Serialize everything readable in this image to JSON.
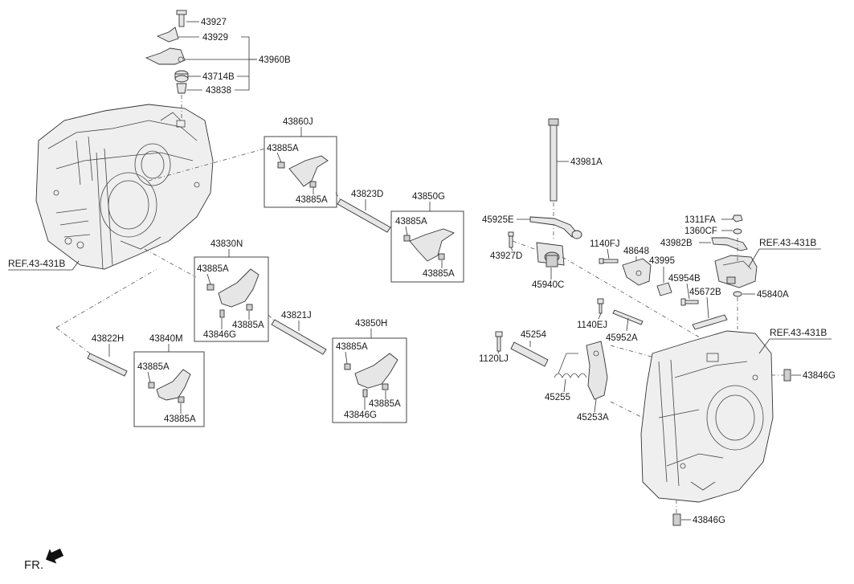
{
  "labels": {
    "p43927": "43927",
    "p43929": "43929",
    "p43960B": "43960B",
    "p43714B": "43714B",
    "p43838": "43838",
    "p43860J": "43860J",
    "p43885A_1": "43885A",
    "p43885A_2": "43885A",
    "p43823D": "43823D",
    "p43850G": "43850G",
    "p43885A_3": "43885A",
    "p43885A_4": "43885A",
    "p43830N": "43830N",
    "p43885A_5": "43885A",
    "p43885A_6": "43885A",
    "p43846G_1": "43846G",
    "p43821J": "43821J",
    "p43850H": "43850H",
    "p43885A_7": "43885A",
    "p43885A_8": "43885A",
    "p43846G_2": "43846G",
    "p43822H": "43822H",
    "p43840M": "43840M",
    "p43885A_9": "43885A",
    "p43885A_10": "43885A",
    "p43981A": "43981A",
    "p45925E": "45925E",
    "p43927D": "43927D",
    "p45940C": "45940C",
    "p1140FJ": "1140FJ",
    "p48648": "48648",
    "p43995": "43995",
    "p45954B": "45954B",
    "p45672B": "45672B",
    "p1311FA": "1311FA",
    "p1360CF": "1360CF",
    "p43982B": "43982B",
    "p45840A": "45840A",
    "p1140EJ": "1140EJ",
    "p45952A": "45952A",
    "p1120LJ": "1120LJ",
    "p45254": "45254",
    "p45255": "45255",
    "p45253A": "45253A",
    "p43846G_3": "43846G",
    "p43846G_4": "43846G"
  },
  "refs": {
    "left": "REF.43-431B",
    "right_top": "REF.43-431B",
    "right_mid": "REF.43-431B"
  },
  "direction": {
    "label": "FR."
  }
}
